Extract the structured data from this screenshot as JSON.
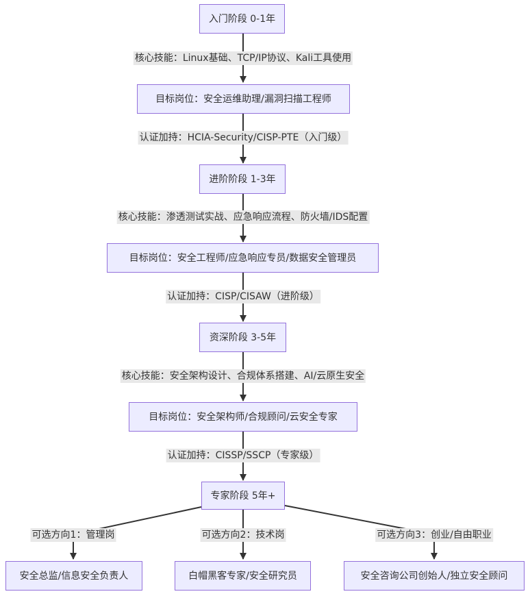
{
  "nodes": {
    "stage1": "入门阶段 0-1年",
    "role1": "目标岗位：安全运维助理/漏洞扫描工程师",
    "stage2": "进阶阶段 1-3年",
    "role2": "目标岗位：安全工程师/应急响应专员/数据安全管理员",
    "stage3": "资深阶段 3-5年",
    "role3": "目标岗位：安全架构师/合规顾问/云安全专家",
    "stage4": "专家阶段 5年+",
    "dir1": "安全总监/信息安全负责人",
    "dir2": "白帽黑客专家/安全研究员",
    "dir3": "安全咨询公司创始人/独立安全顾问"
  },
  "edges": {
    "e1": "核心技能：Linux基础、TCP/IP协议、Kali工具使用",
    "e2": "认证加持：HCIA-Security/CISP-PTE（入门级）",
    "e3": "核心技能：渗透测试实战、应急响应流程、防火墙/IDS配置",
    "e4": "认证加持：CISP/CISAW（进阶级）",
    "e5": "核心技能：安全架构设计、合规体系搭建、AI/云原生安全",
    "e6": "认证加持：CISSP/SSCP（专家级）",
    "e7": "可选方向1：管理岗",
    "e8": "可选方向2：技术岗",
    "e9": "可选方向3：创业/自由职业"
  },
  "colors": {
    "node_fill": "#ECECFF",
    "node_border": "#9370DB",
    "edge": "#333333",
    "label_bg": "#e8e8e8"
  }
}
